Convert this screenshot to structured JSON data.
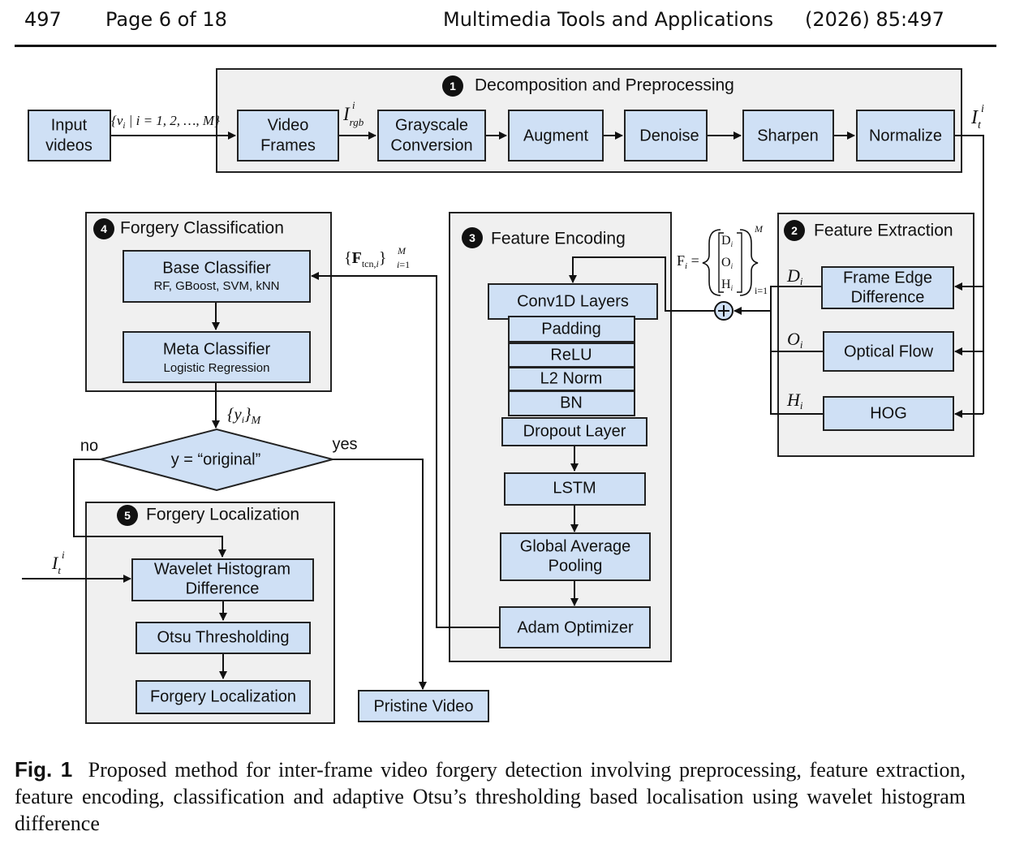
{
  "header": {
    "page_number": "497",
    "page_of": "Page 6 of 18",
    "journal": "Multimedia Tools and Applications",
    "citation": "(2026) 85:497"
  },
  "figure": {
    "input_box": [
      "Input",
      "videos"
    ],
    "input_set": "{v_i | i = 1,2,…,M}",
    "irgb": "I_rgb^i",
    "it": "I_t^i",
    "panel1": {
      "num": "1",
      "title": "Decomposition and Preprocessing",
      "video_frames": [
        "Video",
        "Frames"
      ],
      "grayscale": [
        "Grayscale",
        "Conversion"
      ],
      "augment": "Augment",
      "denoise": "Denoise",
      "sharpen": "Sharpen",
      "normalize": "Normalize"
    },
    "panel2": {
      "num": "2",
      "title": "Feature Extraction",
      "frame_edge": [
        "Frame Edge",
        "Difference"
      ],
      "optical_flow": "Optical Flow",
      "hog": "HOG",
      "d_label": "D_i",
      "o_label": "O_i",
      "h_label": "H_i"
    },
    "fi_formula": {
      "lhs": "F_i =",
      "items": [
        "D_i",
        "O_i",
        "H_i"
      ],
      "sup": "M",
      "sub": "i=1"
    },
    "plus": "+",
    "panel3": {
      "num": "3",
      "title": "Feature Encoding",
      "conv1d": "Conv1D Layers",
      "padding": "Padding",
      "relu": "ReLU",
      "l2norm": "L2 Norm",
      "bn": "BN",
      "dropout": "Dropout Layer",
      "lstm": "LSTM",
      "gap": [
        "Global Average",
        "Pooling"
      ],
      "adam": "Adam Optimizer"
    },
    "ftcn": "{F_tcn,i} i=1..M",
    "panel4": {
      "num": "4",
      "title": "Forgery Classification",
      "base": "Base Classifier",
      "base_sub": "RF, GBoost, SVM, kNN",
      "meta": "Meta Classifier",
      "meta_sub": "Logistic Regression"
    },
    "yi": "{y_i}_M",
    "decision": "y = “original”",
    "no": "no",
    "yes": "yes",
    "panel5": {
      "num": "5",
      "title": "Forgery Localization",
      "wavelet": [
        "Wavelet Histogram",
        "Difference"
      ],
      "otsu": "Otsu Thresholding",
      "loc": "Forgery Localization"
    },
    "pristine": "Pristine Video"
  },
  "caption": {
    "label": "Fig. 1",
    "text": "Proposed method for inter-frame video forgery detection involving preprocessing, feature extraction, feature encoding, classification and adaptive Otsu’s thresholding based localisation using wavelet histogram difference"
  }
}
